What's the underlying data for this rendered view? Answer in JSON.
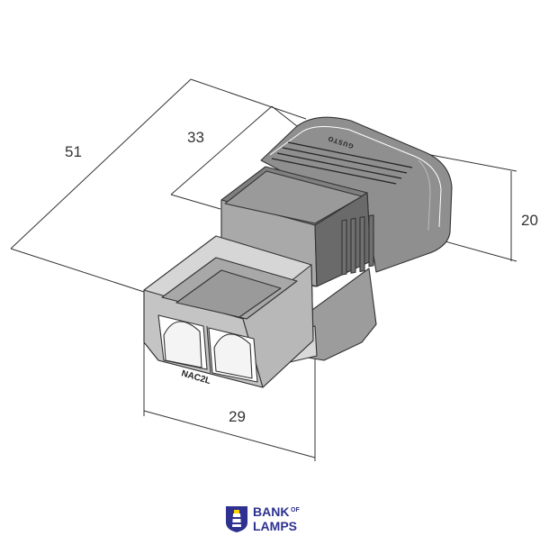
{
  "dimensions": {
    "overall_length": "51",
    "body_length": "33",
    "height": "20",
    "width": "29"
  },
  "part_label": "NAC2L",
  "housing_brand": "GUSTO",
  "logo": {
    "line1": "BANK",
    "of": "OF",
    "line2": "LAMPS",
    "color": "#2e3190",
    "icon": "lighthouse-icon"
  }
}
